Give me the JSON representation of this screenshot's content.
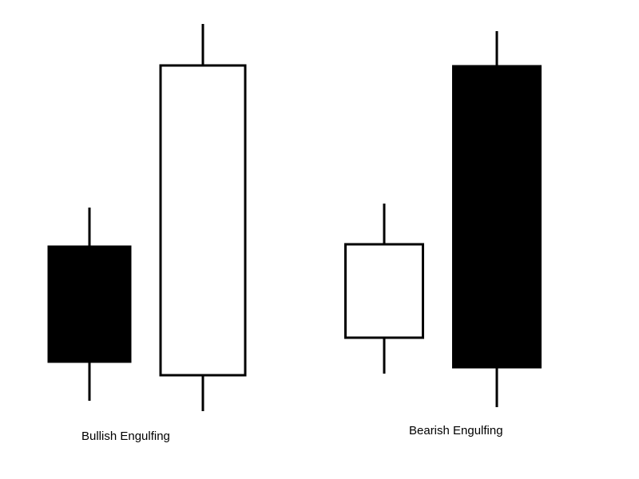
{
  "patterns": [
    {
      "label": "Bullish Engulfing",
      "candles": [
        {
          "direction": "bearish",
          "fill": "#000000"
        },
        {
          "direction": "bullish",
          "fill": "#ffffff"
        }
      ]
    },
    {
      "label": "Bearish Engulfing",
      "candles": [
        {
          "direction": "bullish",
          "fill": "#ffffff"
        },
        {
          "direction": "bearish",
          "fill": "#000000"
        }
      ]
    }
  ],
  "colors": {
    "stroke": "#000000",
    "background": "#ffffff"
  }
}
